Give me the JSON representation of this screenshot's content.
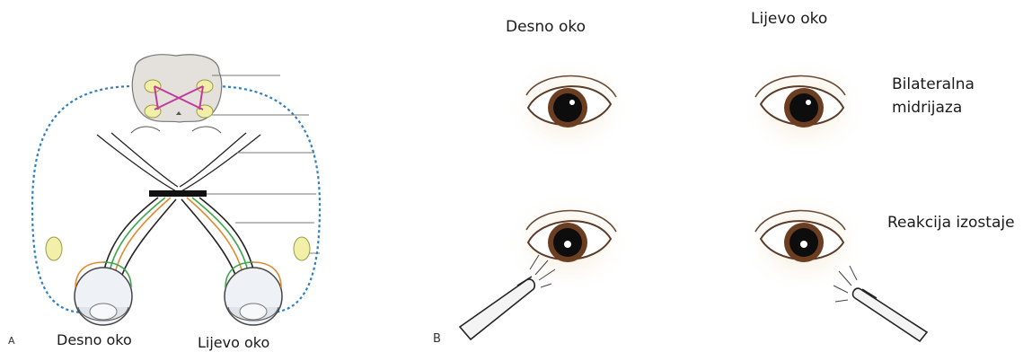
{
  "panel_a": {
    "letter": "A",
    "label_right_eye": "Desno oko",
    "label_left_eye": "Lijevo oko"
  },
  "panel_b": {
    "letter": "B",
    "label_right_eye": "Desno oko",
    "label_left_eye": "Lijevo oko",
    "finding_1_line1": "Bilateralna",
    "finding_1_line2": "midrijaza",
    "finding_2": "Reakcija izostaje"
  },
  "colors": {
    "dashed_pathway": "#2f7fc1",
    "pupillary_fibers": "#c23a9a",
    "nucleus_fill": "#f2f0a8",
    "orange_fiber": "#e08a2e",
    "green_fiber": "#3aa64a",
    "lesion_bar": "#111111"
  }
}
